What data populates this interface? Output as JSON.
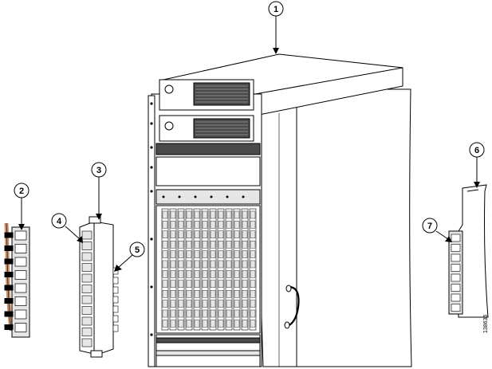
{
  "callouts": [
    {
      "id": "1"
    },
    {
      "id": "2"
    },
    {
      "id": "3"
    },
    {
      "id": "4"
    },
    {
      "id": "5"
    },
    {
      "id": "6"
    },
    {
      "id": "7"
    }
  ],
  "figure_id": "138636",
  "colors": {
    "line": "#000000",
    "chassis_fill": "#ffffff",
    "panel_shade": "#e6e6e6",
    "dark_shade": "#4a4a4a",
    "cable": "#c8906a"
  }
}
